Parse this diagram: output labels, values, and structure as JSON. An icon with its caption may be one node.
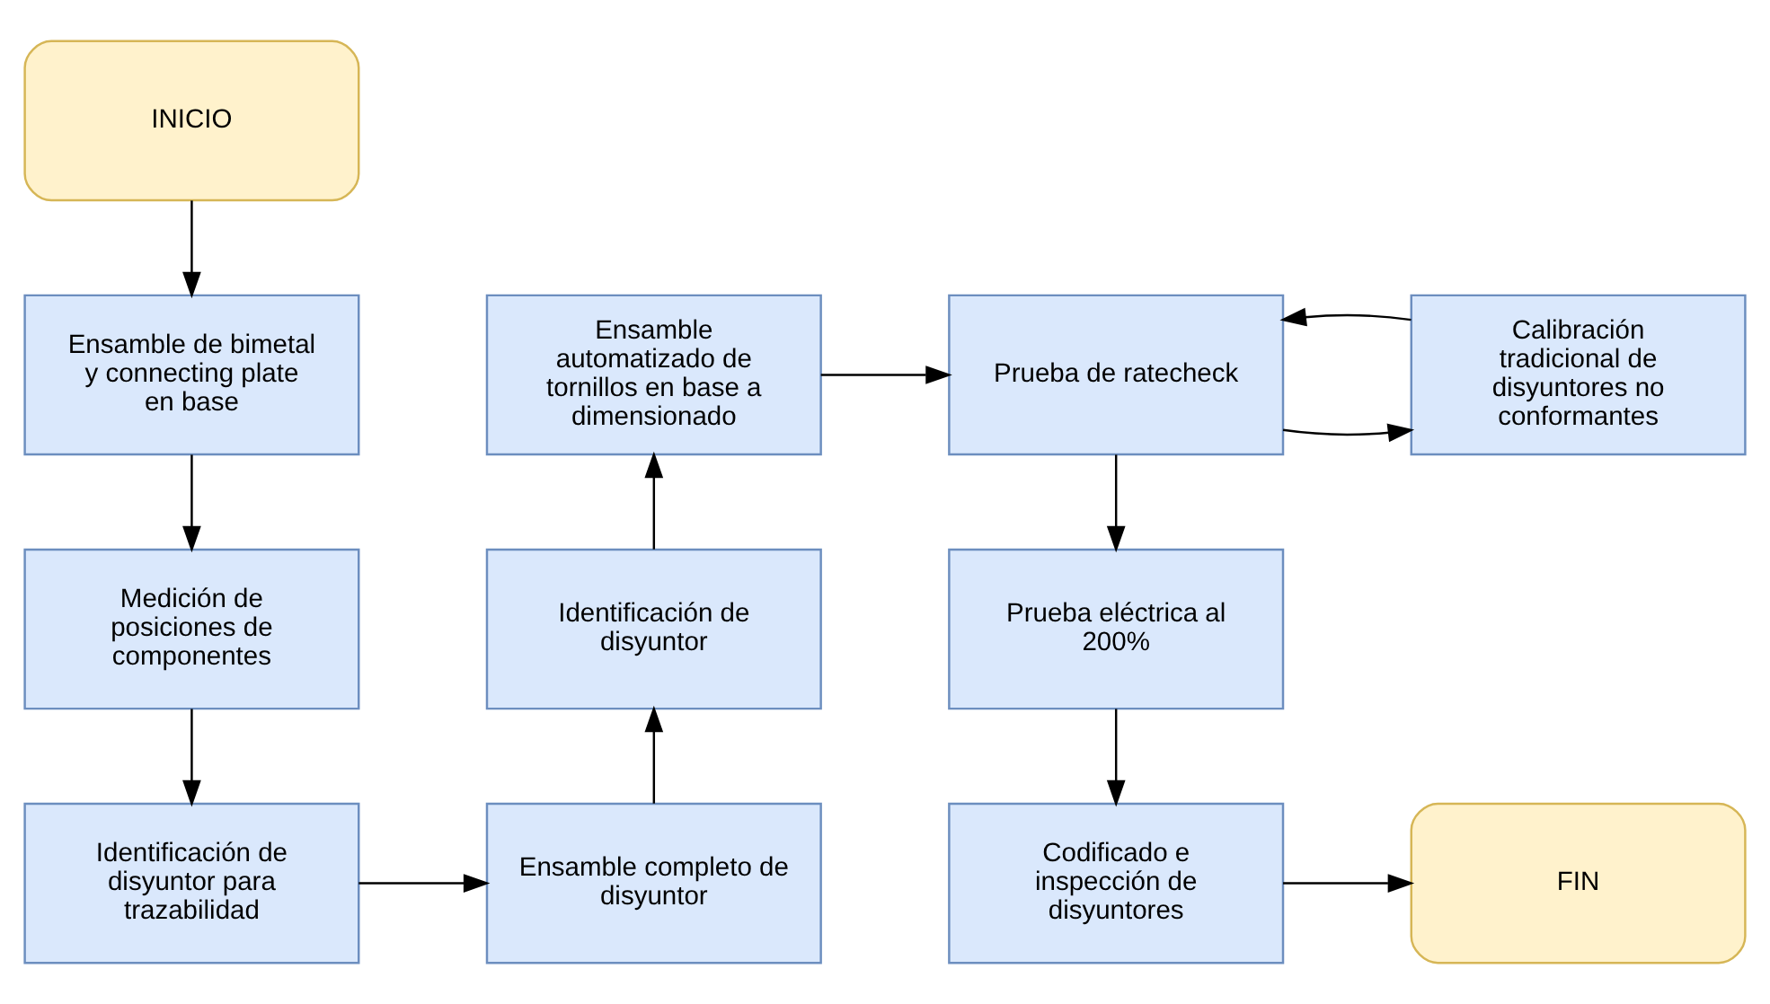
{
  "diagram": {
    "nodes": [
      {
        "text": [
          "INICIO"
        ]
      },
      {
        "text": [
          "Ensamble de bimetal y connecting plate en base"
        ]
      },
      {
        "text": [
          "Ensamble automatizado de tornillos en base a dimensionado"
        ]
      },
      {
        "text": [
          "Prueba de ratecheck"
        ]
      },
      {
        "text": [
          "Calibración tradicional de disyuntores no conformantes"
        ]
      },
      {
        "text": [
          "Medición de posiciones de componentes"
        ]
      },
      {
        "text": [
          "Identificación de disyuntor"
        ]
      },
      {
        "text": [
          "Prueba eléctrica al 200%"
        ]
      },
      {
        "text": [
          "Identificación de disyuntor para trazabilidad"
        ]
      },
      {
        "text": [
          "Ensamble completo de disyuntor"
        ]
      },
      {
        "text": [
          "Codificado e inspección de disyuntores"
        ]
      },
      {
        "text": [
          "FIN"
        ]
      }
    ],
    "edges": [
      {
        "from": 0,
        "to": 1,
        "arrow": "to"
      },
      {
        "from": 1,
        "to": 5,
        "arrow": "to"
      },
      {
        "from": 5,
        "to": 8,
        "arrow": "to"
      },
      {
        "from": 8,
        "to": 9,
        "arrow": "to"
      },
      {
        "from": 9,
        "to": 6,
        "arrow": "to"
      },
      {
        "from": 6,
        "to": 2,
        "arrow": "to"
      },
      {
        "from": 2,
        "to": 3,
        "arrow": "to"
      },
      {
        "from": 3,
        "to": 4,
        "arrow": "to"
      },
      {
        "from": 4,
        "to": 3,
        "arrow": "to"
      },
      {
        "from": 3,
        "to": 7,
        "arrow": "to"
      },
      {
        "from": 7,
        "to": 10,
        "arrow": "to"
      },
      {
        "from": 10,
        "to": 11,
        "arrow": "to"
      }
    ]
  }
}
